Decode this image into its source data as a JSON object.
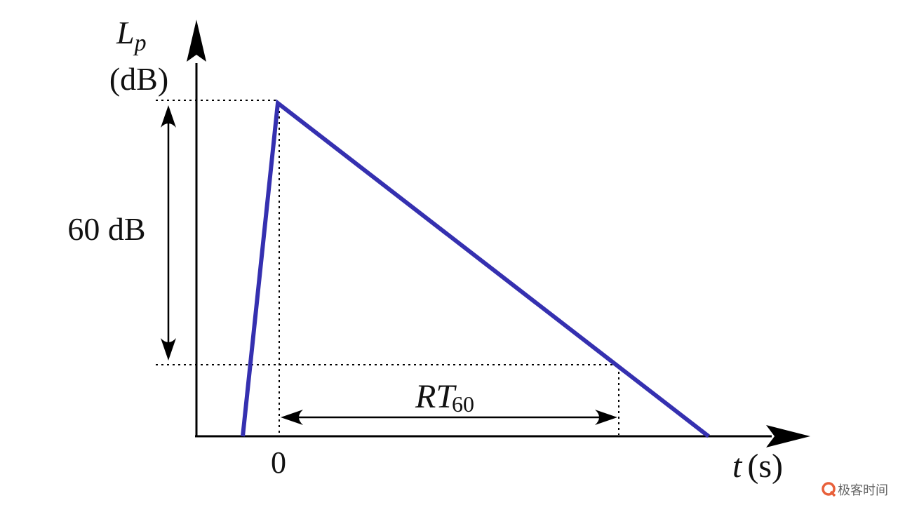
{
  "diagram": {
    "y_axis_symbol": "L",
    "y_axis_subscript": "p",
    "y_axis_unit": "(dB)",
    "x_axis_symbol": "t",
    "x_axis_unit": "(s)",
    "origin_label": "0",
    "span_label": "60 dB",
    "duration_symbol": "RT",
    "duration_subscript": "60"
  },
  "curve_color": "#3530b0",
  "watermark": "极客时间",
  "watermark_color": "#e8603a"
}
